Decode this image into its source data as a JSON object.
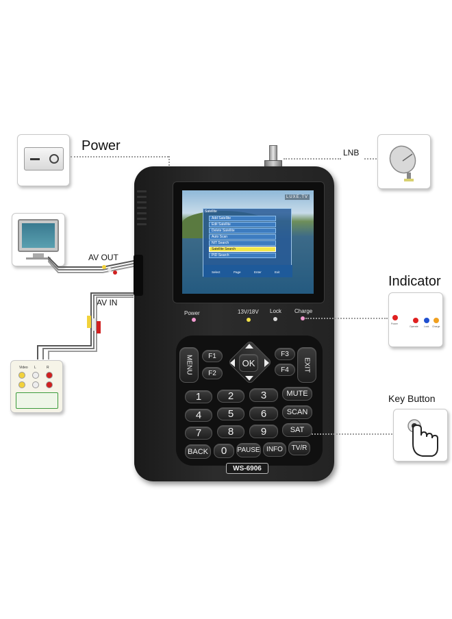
{
  "callouts": {
    "power": {
      "label": "Power"
    },
    "lnb": {
      "label": "LNB"
    },
    "av_out": {
      "label": "AV  OUT"
    },
    "av_in": {
      "label": "AV  IN"
    },
    "indicator": {
      "label": "Indicator",
      "lights": [
        "Power",
        "Operate",
        "Lock",
        "Charge"
      ]
    },
    "key_button": {
      "label": "Key  Button"
    },
    "av_in_panel": {
      "labels": [
        "Video",
        "L",
        "R"
      ]
    }
  },
  "device": {
    "model": "WS-6906",
    "screen": {
      "brand": "LUXE.TV",
      "menu_title": "Satellite",
      "menu_items": [
        "Add Satellite",
        "Edit Satellite",
        "Delete Satellite",
        "Auto Scan",
        "NIT Search",
        "Satellite Search",
        "PID Search"
      ],
      "selected_index": 5,
      "footer": [
        "Select",
        "Page",
        "Enter",
        "Exit"
      ]
    },
    "leds": [
      {
        "label": "Power",
        "color": "#f29ad0"
      },
      {
        "label": "13V/18V",
        "color": "#f2e24a"
      },
      {
        "label": "Lock",
        "color": "#d8d8d8"
      },
      {
        "label": "Charge",
        "color": "#f29ad0"
      }
    ],
    "keys": {
      "menu": "MENU",
      "exit": "EXIT",
      "ok": "OK",
      "f1": "F1",
      "f2": "F2",
      "f3": "F3",
      "f4": "F4",
      "n1": "1",
      "n2": "2",
      "n3": "3",
      "n4": "4",
      "n5": "5",
      "n6": "6",
      "n7": "7",
      "n8": "8",
      "n9": "9",
      "n0": "0",
      "mute": "MUTE",
      "scan": "SCAN",
      "sat": "SAT",
      "back": "BACK",
      "pause": "PAUSE",
      "info": "INFO",
      "tvr": "TV/R"
    }
  },
  "colors": {
    "led_red": "#e02020",
    "led_blue": "#2050d0",
    "led_orange": "#f0a020"
  }
}
